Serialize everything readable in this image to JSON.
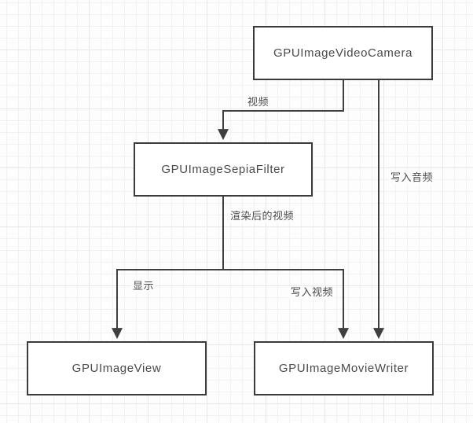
{
  "diagram": {
    "nodes": [
      {
        "id": "camera",
        "label": "GPUImageVideoCamera"
      },
      {
        "id": "sepia",
        "label": "GPUImageSepiaFilter"
      },
      {
        "id": "view",
        "label": "GPUImageView"
      },
      {
        "id": "writer",
        "label": "GPUImageMovieWriter"
      }
    ],
    "edges": [
      {
        "id": "video",
        "from": "GPUImageVideoCamera",
        "to": "GPUImageSepiaFilter",
        "label": "视频"
      },
      {
        "id": "audio-write",
        "from": "GPUImageVideoCamera",
        "to": "GPUImageMovieWriter",
        "label": "写入音频"
      },
      {
        "id": "rendered-video",
        "from": "GPUImageSepiaFilter",
        "to": "branch",
        "label": "渲染后的视频"
      },
      {
        "id": "display",
        "from": "branch",
        "to": "GPUImageView",
        "label": "显示"
      },
      {
        "id": "video-write",
        "from": "branch",
        "to": "GPUImageMovieWriter",
        "label": "写入视频"
      }
    ],
    "colors": {
      "line": "#3f3f3f",
      "node_border": "#3b3b3b",
      "node_fill": "#ffffff",
      "text": "#4a4a4a",
      "background": "#fdfdfd",
      "grid_minor": "#f2f2f5",
      "grid_major": "#e7e7ec"
    }
  }
}
